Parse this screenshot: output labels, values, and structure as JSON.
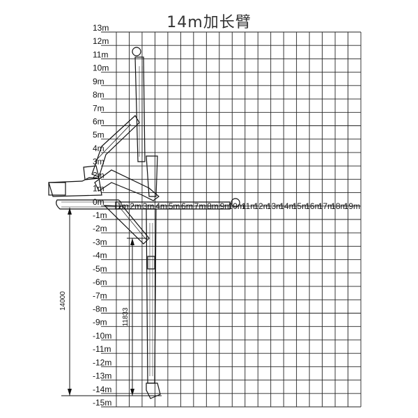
{
  "title": "14m加长臂",
  "grid": {
    "y_min": -15,
    "y_max": 13,
    "x_min": 0,
    "x_max": 19,
    "y_labels": [
      "13m",
      "12m",
      "11m",
      "10m",
      "9m",
      "8m",
      "7m",
      "6m",
      "5m",
      "4m",
      "3m",
      "2m",
      "1m",
      "0m",
      "-1m",
      "-2m",
      "-3m",
      "-4m",
      "-5m",
      "-6m",
      "-7m",
      "-8m",
      "-9m",
      "-10m",
      "-11m",
      "-12m",
      "-13m",
      "-14m",
      "-15m"
    ],
    "x_labels": [
      "1m",
      "2m",
      "3m",
      "4m",
      "5m",
      "6m",
      "7m",
      "8m",
      "9m",
      "10m",
      "11m",
      "12m",
      "13m",
      "14m",
      "15m",
      "16m",
      "17m",
      "18m",
      "19m"
    ]
  },
  "dimensions": {
    "max_dig_depth": "14000",
    "vertical_wall_depth": "11833"
  },
  "colors": {
    "line": "#111111",
    "grid": "#222222",
    "machine": "#111111"
  }
}
